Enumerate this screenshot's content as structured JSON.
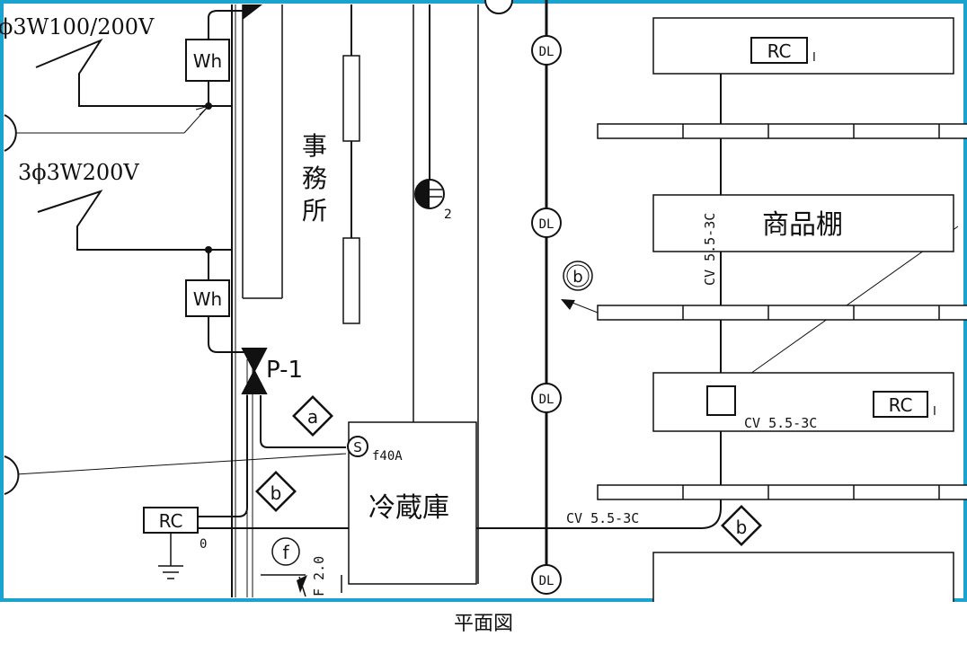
{
  "diagram": {
    "supply_label_1": "ϕ3W100/200V",
    "supply_label_2": "3ϕ3W200V",
    "meter_label": "Wh",
    "pump_label": "P-1",
    "office_chars": [
      "事",
      "務",
      "所"
    ],
    "subscript_2": "2",
    "downlight_label": "DL",
    "marker_a": "a",
    "marker_b": "b",
    "marker_f": "f",
    "switch_label": "S",
    "f40a_label": "f40A",
    "cold_storage_label": "冷蔵庫",
    "rc_label": "RC",
    "rc_zero": "0",
    "rc_suffix": "I",
    "shelf_label": "商品棚",
    "cable_label": "CV 5.5-3C",
    "f20_label": "F 2.0"
  },
  "caption": "平面図",
  "colors": {
    "frame": "#1aa3cf",
    "line": "#111111",
    "fill": "#ffffff"
  }
}
